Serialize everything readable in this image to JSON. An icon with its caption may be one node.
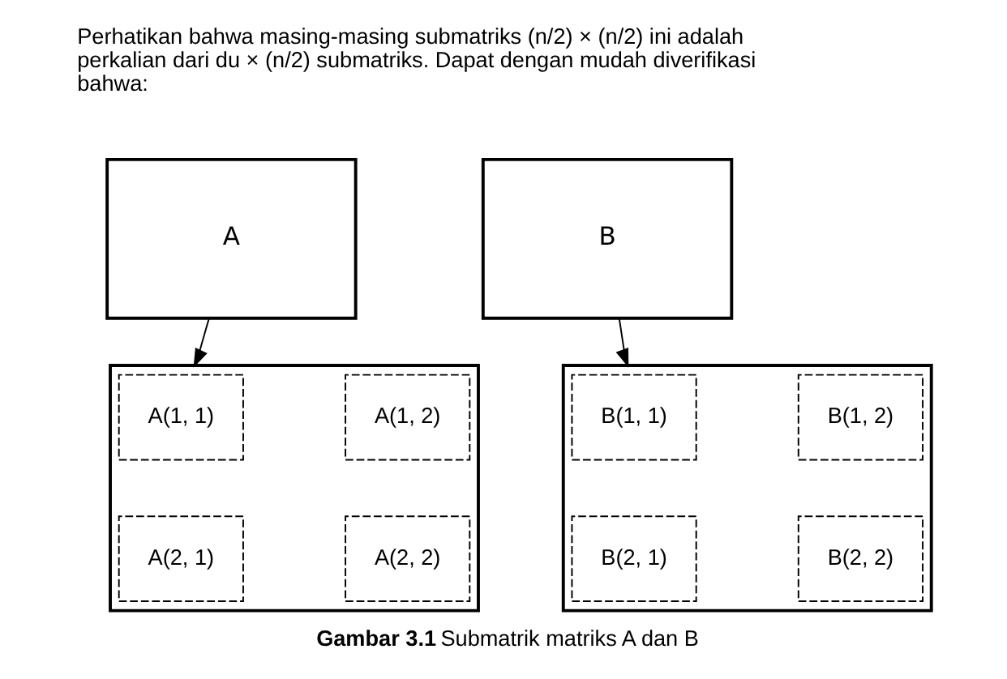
{
  "diagram": {
    "caption": "**Gambar 3.1** Submatrik matriks A dan B",
    "nodes": [
      {
        "text": [
          "A"
        ]
      },
      {
        "text": [],
        "shape": "box"
      },
      {
        "text": [
          "A(1, 1)"
        ],
        "in": 1
      },
      {
        "text": [
          "A(1, 2)"
        ],
        "in": 1
      },
      {
        "text": [
          "A(2, 1)"
        ],
        "in": 1
      },
      {
        "text": [
          "A(2, 2)"
        ],
        "in": 1
      },
      {
        "text": [
          "B"
        ]
      },
      {
        "text": [],
        "shape": "box"
      },
      {
        "text": [
          "B(1, 1)"
        ],
        "in": 7
      },
      {
        "text": [
          "B(1, 2)"
        ],
        "in": 7
      },
      {
        "text": [
          "B(2, 1)"
        ],
        "in": 7
      },
      {
        "text": [
          "B(2, 2)"
        ],
        "in": 7
      }
    ],
    "edges": [
      {
        "from": 0,
        "to": 1,
        "arrow": "to"
      },
      {
        "from": 6,
        "to": 7,
        "arrow": "to"
      }
    ],
    "labels": [
      "Perhatikan bahwa masing-masing submatriks (n/2) × (n/2) ini adalah perkalian dari du × (n/2) submatriks. Dapat dengan mudah diverifikasi bahwa:"
    ]
  }
}
